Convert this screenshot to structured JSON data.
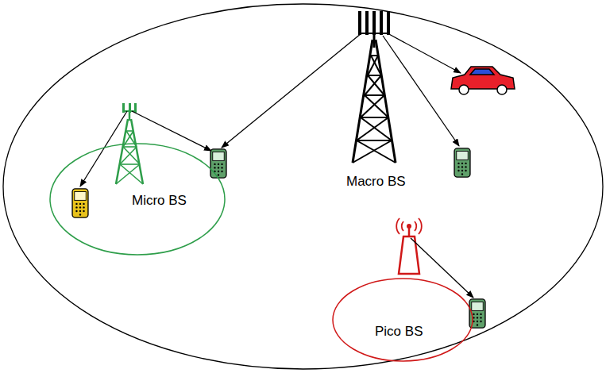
{
  "diagram": {
    "nodes": [
      {
        "text": [
          "Macro BS"
        ]
      },
      {
        "text": [
          "Micro BS"
        ],
        "in": 0
      },
      {
        "text": [
          "Pico BS"
        ],
        "in": 0
      }
    ]
  }
}
